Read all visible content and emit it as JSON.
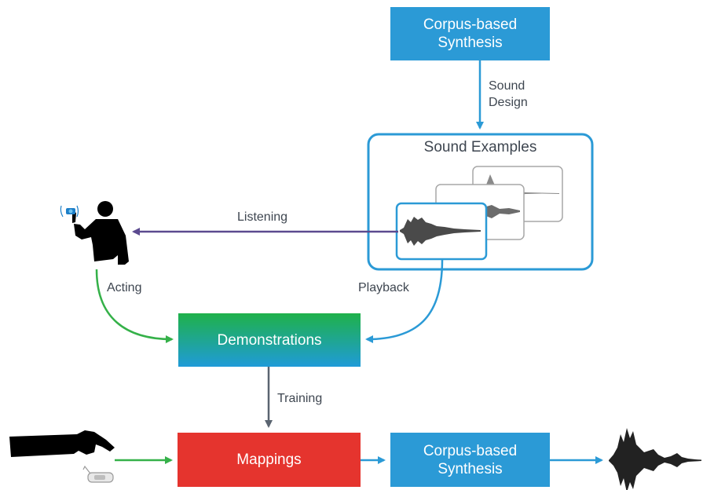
{
  "nodes": {
    "synthesis_top": "Corpus-based\nSynthesis",
    "sound_examples": "Sound Examples",
    "demonstrations": "Demonstrations",
    "mappings": "Mappings",
    "synthesis_bottom": "Corpus-based\nSynthesis"
  },
  "edges": {
    "sound_design": "Sound\nDesign",
    "listening": "Listening",
    "acting": "Acting",
    "playback": "Playback",
    "training": "Training"
  },
  "colors": {
    "blue": "#2b9ad6",
    "green": "#35b149",
    "purple": "#5b4a8f",
    "red": "#e5342e",
    "gray_arrow": "#5a6470",
    "gradient_top": "#1fb14a",
    "gradient_bottom": "#1f9bd8"
  },
  "icons": {
    "person": "person-holding-device-icon",
    "hand": "hand-with-sensor-icon",
    "waveform": "sound-waveform-icon"
  }
}
